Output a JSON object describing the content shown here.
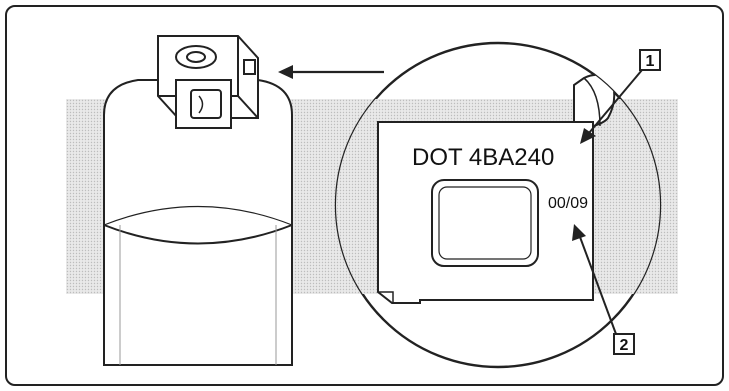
{
  "diagram": {
    "dot_marking": "DOT 4BA240",
    "date_code": "00/09",
    "callouts": [
      {
        "number": "1"
      },
      {
        "number": "2"
      }
    ]
  }
}
